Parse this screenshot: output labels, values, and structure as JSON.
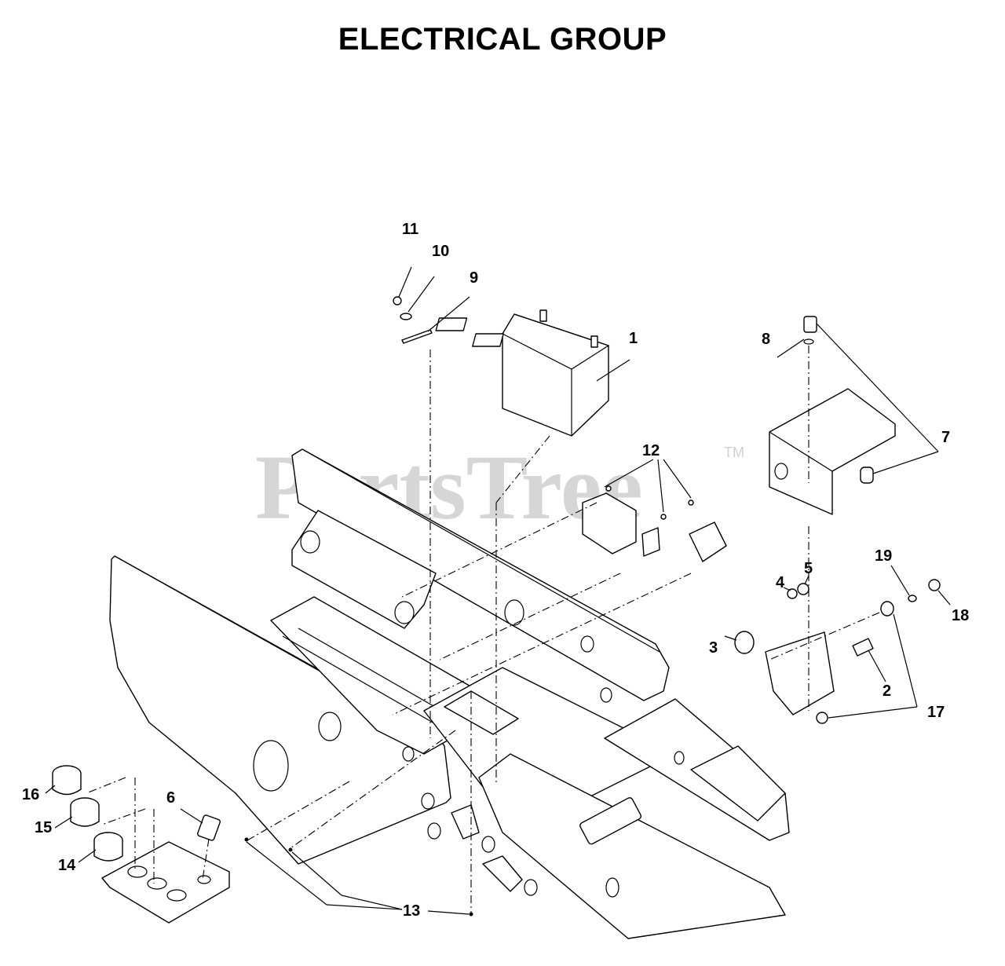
{
  "title": "ELECTRICAL GROUP",
  "watermark": {
    "text": "PartsTree",
    "tm": "TM"
  },
  "callouts": {
    "c1": "1",
    "c2": "2",
    "c3": "3",
    "c4": "4",
    "c5": "5",
    "c6": "6",
    "c7": "7",
    "c8": "8",
    "c9": "9",
    "c10": "10",
    "c11": "11",
    "c12": "12",
    "c13": "13",
    "c14": "14",
    "c15": "15",
    "c16": "16",
    "c17": "17",
    "c18": "18",
    "c19": "19"
  },
  "colors": {
    "line": "#000000",
    "background": "#ffffff",
    "watermark": "#cfcfcf"
  }
}
